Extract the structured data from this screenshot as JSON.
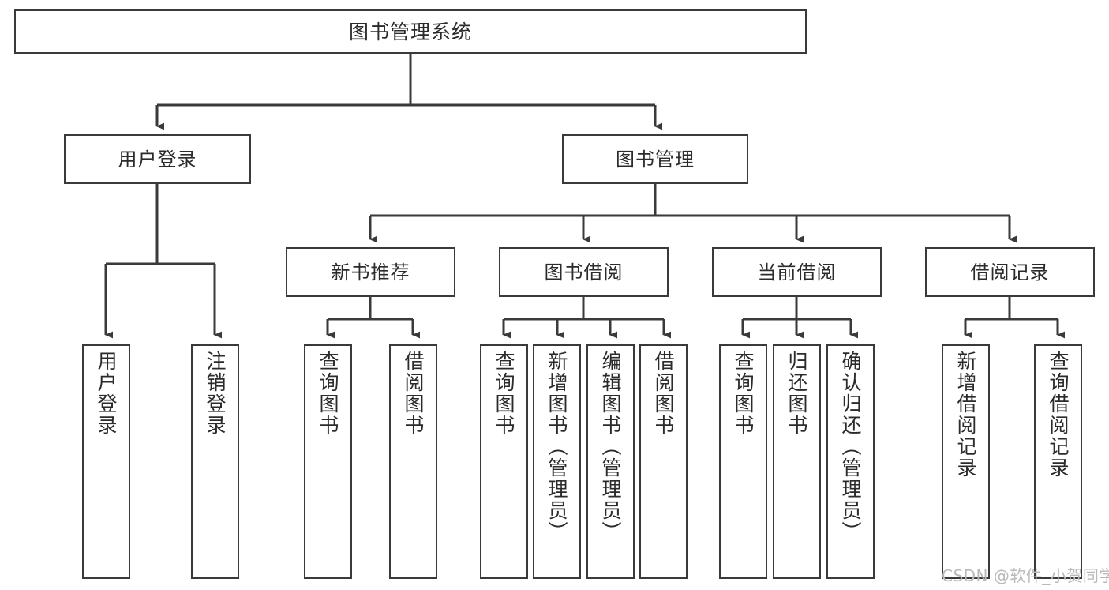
{
  "diagram": {
    "title": "图书管理系统",
    "type": "tree",
    "watermark": "CSDN @软件_小贺同学",
    "colors": {
      "box_border": "#3a3a3a",
      "box_fill": "#ffffff",
      "connector": "#3a3a3a",
      "text": "#2b2b2b",
      "watermark": "#b9b9b9",
      "background": "#ffffff"
    },
    "root": {
      "label": "图书管理系统"
    },
    "level2": [
      {
        "label": "用户登录"
      },
      {
        "label": "图书管理"
      }
    ],
    "level3": [
      {
        "label": "新书推荐"
      },
      {
        "label": "图书借阅"
      },
      {
        "label": "当前借阅"
      },
      {
        "label": "借阅记录"
      }
    ],
    "leaves": {
      "user_login": [
        {
          "label": "用户登录"
        },
        {
          "label": "注销登录"
        }
      ],
      "new_book": [
        {
          "label": "查询图书"
        },
        {
          "label": "借阅图书"
        }
      ],
      "book_borrow": [
        {
          "label": "查询图书"
        },
        {
          "label": "新增图书（管理员）"
        },
        {
          "label": "编辑图书（管理员）"
        },
        {
          "label": "借阅图书"
        }
      ],
      "current_borrow": [
        {
          "label": "查询图书"
        },
        {
          "label": "归还图书"
        },
        {
          "label": "确认归还（管理员）"
        }
      ],
      "borrow_record": [
        {
          "label": "新增借阅记录"
        },
        {
          "label": "查询借阅记录"
        }
      ]
    }
  }
}
